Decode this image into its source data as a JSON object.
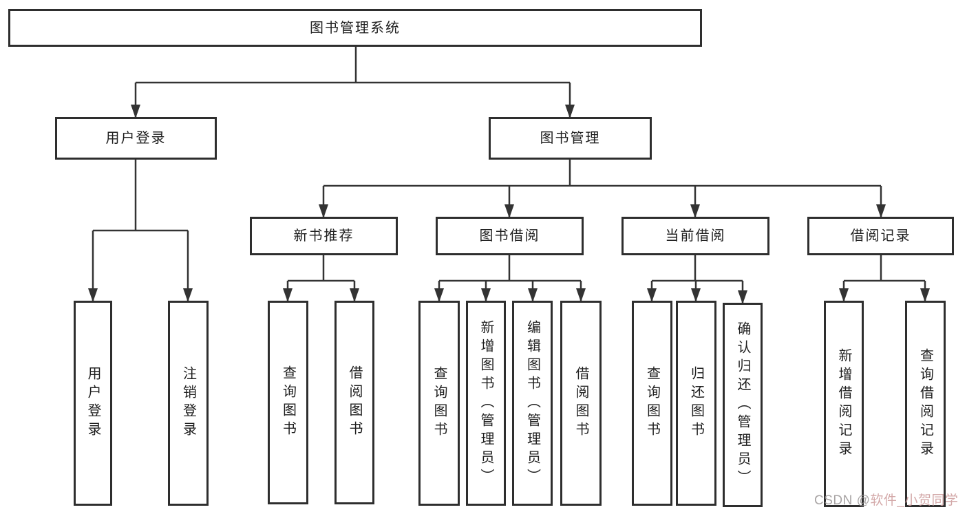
{
  "page": {
    "background": "#ffffff",
    "line_color": "#333333",
    "box_border_color": "#2e2e2e",
    "text_color": "#1f1f1f"
  },
  "diagram": {
    "title": "图书管理系统",
    "nodes": {
      "root": {
        "label": "图书管理系统"
      },
      "user_login_group": {
        "label": "用户登录"
      },
      "book_mgmt": {
        "label": "图书管理"
      },
      "new_book_rec": {
        "label": "新书推荐"
      },
      "book_borrow": {
        "label": "图书借阅"
      },
      "current_borrow": {
        "label": "当前借阅"
      },
      "borrow_records": {
        "label": "借阅记录"
      },
      "user_login": {
        "label": "用户登录"
      },
      "logout_login": {
        "label": "注销登录"
      },
      "nbr_query_books": {
        "label": "查询图书"
      },
      "nbr_borrow_books": {
        "label": "借阅图书"
      },
      "bb_query_books": {
        "label": "查询图书"
      },
      "bb_add_books": {
        "label": "新增图书（管理员）"
      },
      "bb_edit_books": {
        "label": "编辑图书（管理员）"
      },
      "bb_borrow_books": {
        "label": "借阅图书"
      },
      "cb_query_books": {
        "label": "查询图书"
      },
      "cb_return_books": {
        "label": "归还图书"
      },
      "cb_confirm_return": {
        "label": "确认归还（管理员）"
      },
      "br_add_record": {
        "label": "新增借阅记录"
      },
      "br_query_record": {
        "label": "查询借阅记录"
      }
    },
    "hierarchy": {
      "图书管理系统": {
        "用户登录": [
          "用户登录",
          "注销登录"
        ],
        "图书管理": {
          "新书推荐": [
            "查询图书",
            "借阅图书"
          ],
          "图书借阅": [
            "查询图书",
            "新增图书（管理员）",
            "编辑图书（管理员）",
            "借阅图书"
          ],
          "当前借阅": [
            "查询图书",
            "归还图书",
            "确认归还（管理员）"
          ],
          "借阅记录": [
            "新增借阅记录",
            "查询借阅记录"
          ]
        }
      }
    }
  },
  "watermark": {
    "prefix": "CSDN @",
    "name": "软件_小贺同学"
  }
}
